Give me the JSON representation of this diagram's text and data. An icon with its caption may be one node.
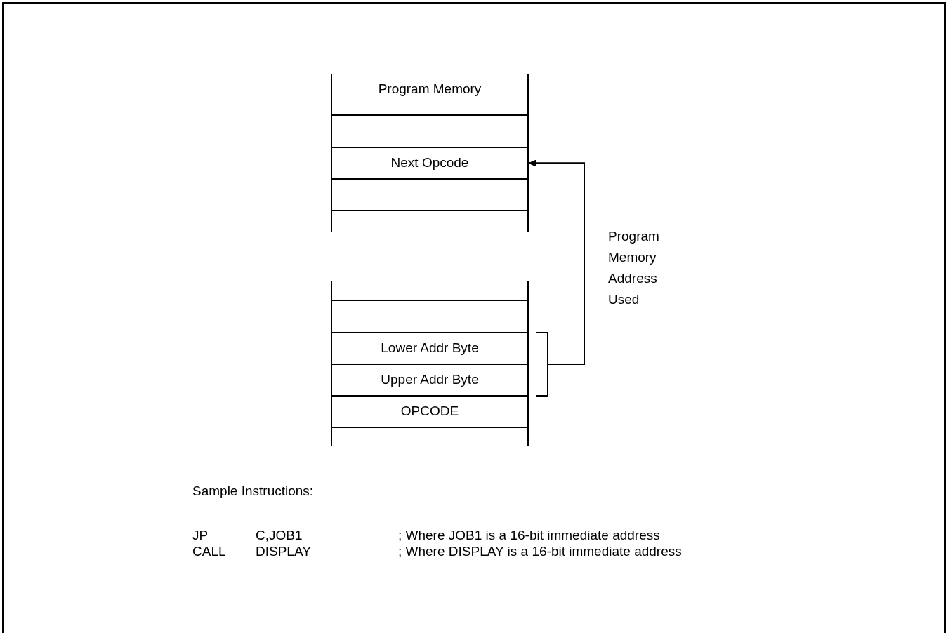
{
  "diagram": {
    "nodes": [
      {
        "text": [],
        "shape": "box"
      },
      {
        "text": [
          "Next Opcode"
        ]
      },
      {
        "text": [],
        "shape": "box"
      },
      {
        "text": [],
        "shape": "box"
      },
      {
        "text": [
          "Lower Addr Byte"
        ]
      },
      {
        "text": [
          "Upper Addr Byte"
        ]
      },
      {
        "text": [
          "OPCODE"
        ]
      }
    ],
    "edges": [
      {
        "from": 4,
        "to": 1,
        "arrow": "to"
      },
      {
        "from": 5,
        "to": 1,
        "arrow": "to"
      }
    ],
    "labels": [
      "Program Memory",
      "Program Memory Address Used",
      "Sample Instructions:",
      "JP",
      "C,JOB1",
      "; Where JOB1 is a 16-bit immediate address",
      "CALL",
      "DISPLAY",
      "; Where DISPLAY is a 16-bit immediate address"
    ]
  }
}
